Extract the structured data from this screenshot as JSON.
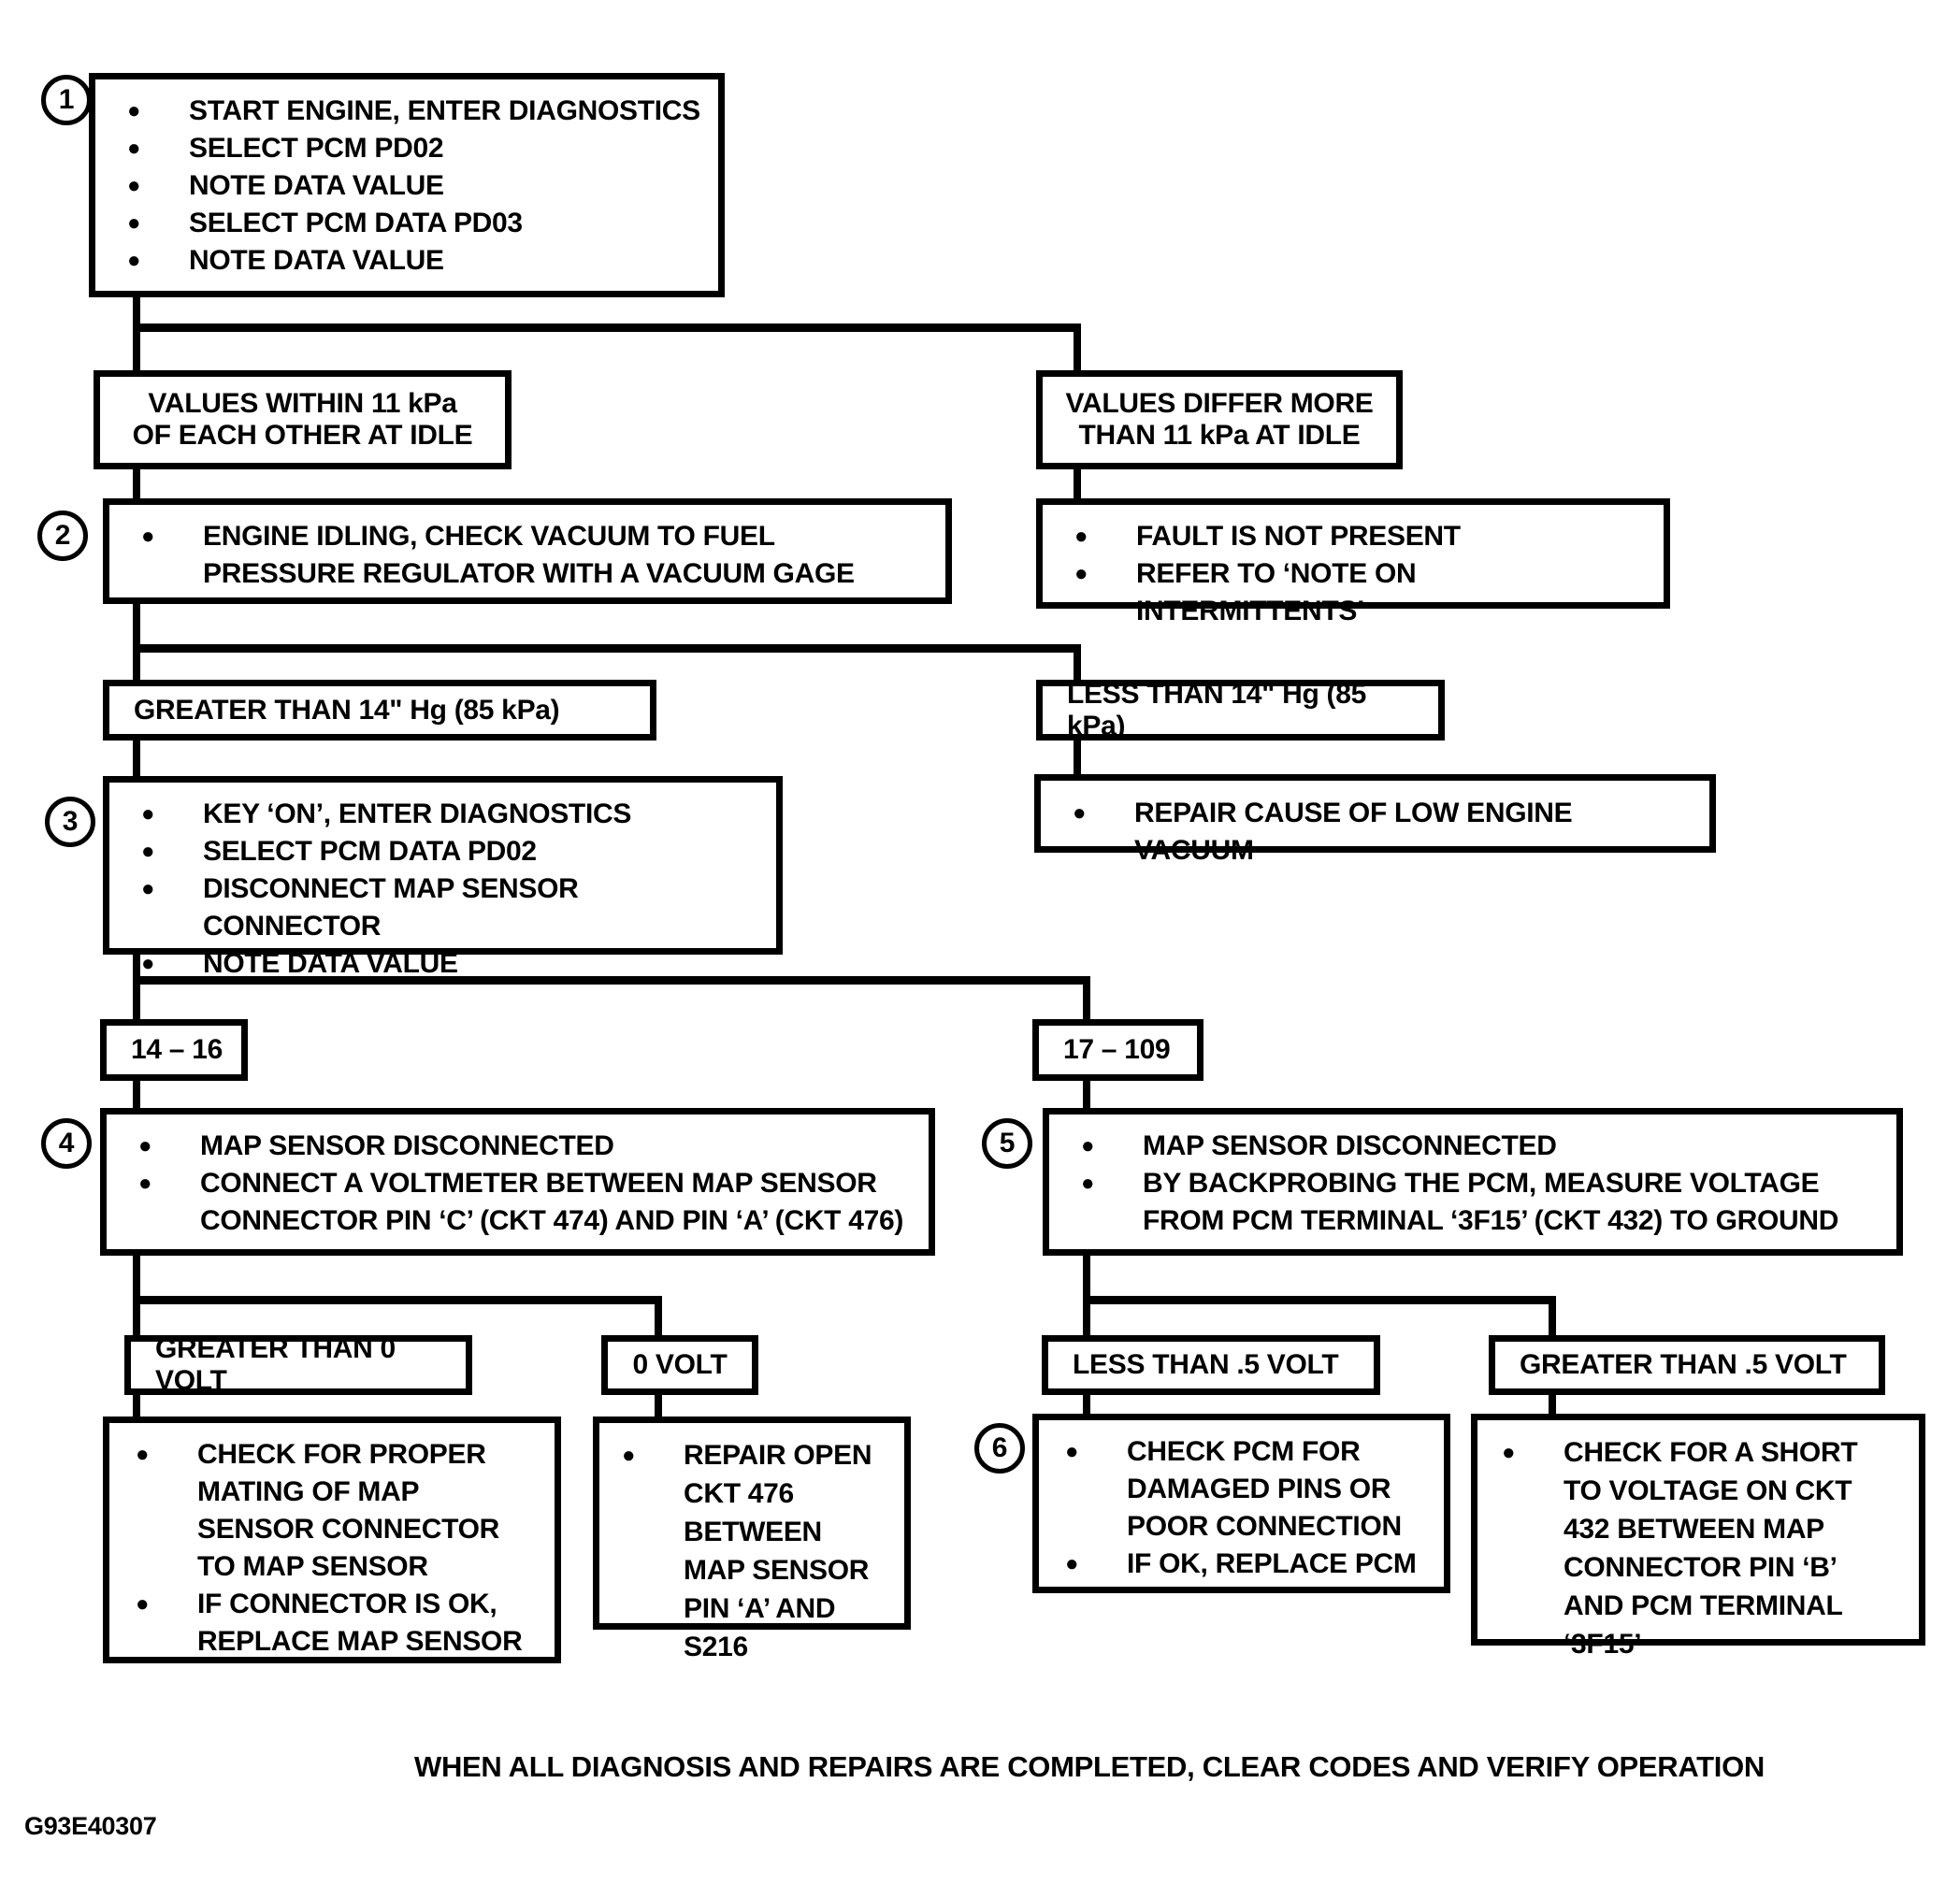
{
  "figure": {
    "footer_note": "WHEN ALL DIAGNOSIS AND REPAIRS ARE COMPLETED, CLEAR CODES AND VERIFY OPERATION",
    "figure_code": "G93E40307"
  },
  "nodes": {
    "step1": {
      "number": "1",
      "bullets": [
        "START ENGINE, ENTER DIAGNOSTICS",
        "SELECT PCM PD02",
        "NOTE DATA VALUE",
        "SELECT PCM DATA PD03",
        "NOTE DATA VALUE"
      ]
    },
    "values_within": {
      "line1": "VALUES WITHIN 11  kPa",
      "line2": "OF EACH OTHER AT IDLE"
    },
    "values_differ": {
      "line1": "VALUES DIFFER MORE",
      "line2": "THAN 11 kPa AT IDLE"
    },
    "step2": {
      "number": "2",
      "bullets": [
        "ENGINE IDLING, CHECK VACUUM TO FUEL PRESSURE REGULATOR WITH A VACUUM GAGE"
      ]
    },
    "fault_not_present": {
      "bullets": [
        "FAULT IS NOT PRESENT",
        "REFER TO ‘NOTE ON INTERMITTENTS’"
      ]
    },
    "greater_14": {
      "label": "GREATER THAN 14\" Hg (85 kPa)"
    },
    "less_14": {
      "label": "LESS THAN 14\" Hg (85 kPa)"
    },
    "step3": {
      "number": "3",
      "bullets": [
        "KEY ‘ON’, ENTER DIAGNOSTICS",
        "SELECT PCM DATA PD02",
        "DISCONNECT MAP SENSOR CONNECTOR",
        "NOTE DATA VALUE"
      ]
    },
    "repair_vacuum": {
      "bullets": [
        "REPAIR CAUSE OF LOW ENGINE VACUUM"
      ]
    },
    "range_14_16": {
      "label": "14 – 16"
    },
    "range_17_109": {
      "label": "17 – 109"
    },
    "step4": {
      "number": "4",
      "bullets": [
        "MAP SENSOR DISCONNECTED",
        "CONNECT A VOLTMETER BETWEEN MAP SENSOR CONNECTOR PIN ‘C’ (CKT 474) AND PIN ‘A’ (CKT 476)"
      ]
    },
    "step5": {
      "number": "5",
      "bullets": [
        "MAP SENSOR DISCONNECTED",
        "BY BACKPROBING THE PCM, MEASURE VOLTAGE FROM PCM TERMINAL ‘3F15’ (CKT 432) TO GROUND"
      ]
    },
    "greater_0v": {
      "label": "GREATER THAN 0 VOLT"
    },
    "zero_v": {
      "label": "0 VOLT"
    },
    "less_05v": {
      "label": "LESS THAN .5 VOLT"
    },
    "greater_05v": {
      "label": "GREATER  THAN .5 VOLT"
    },
    "check_mating": {
      "bullets": [
        "CHECK FOR PROPER MATING OF MAP SENSOR CONNECTOR TO MAP SENSOR",
        "IF CONNECTOR IS OK, REPLACE MAP SENSOR"
      ]
    },
    "repair_open": {
      "bullets": [
        "REPAIR  OPEN CKT 476 BETWEEN MAP SENSOR PIN ‘A’ AND S216"
      ]
    },
    "step6": {
      "number": "6",
      "bullets": [
        "CHECK PCM FOR DAMAGED PINS OR POOR CONNECTION",
        "IF OK,  REPLACE PCM"
      ]
    },
    "check_short": {
      "bullets": [
        "CHECK FOR A SHORT TO VOLTAGE ON CKT 432 BETWEEN MAP CONNECTOR PIN ‘B’ AND PCM TERMINAL ‘3F15’"
      ]
    }
  }
}
